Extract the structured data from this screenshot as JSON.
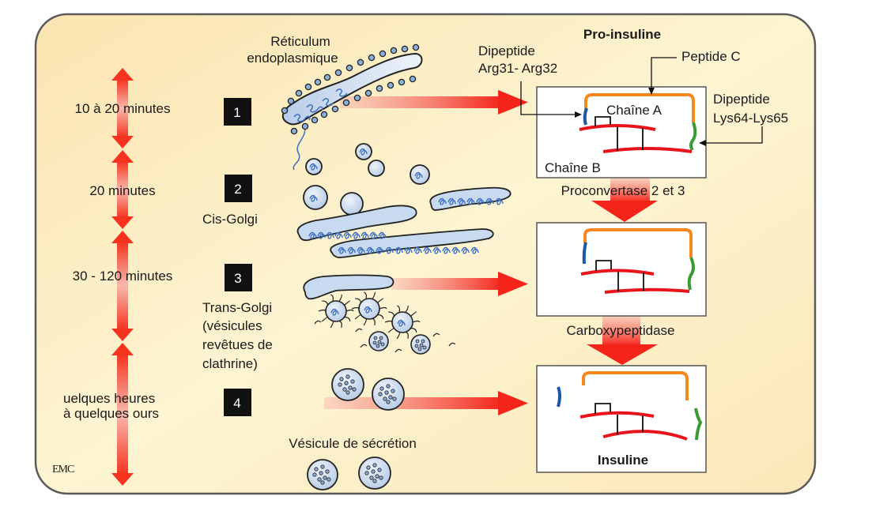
{
  "colors": {
    "panel_bg_top": "#fbe7b6",
    "panel_bg_mid": "#fdf3cf",
    "panel_border": "#5a5a5a",
    "arrow_red": "#f5331f",
    "arrow_light": "#f8b4a8",
    "chain_red": "#e8141b",
    "peptide_c_orange": "#f5891f",
    "dipeptide_blue": "#1d57a6",
    "dipeptide_green": "#3a9b35",
    "organelle_fill": "#c8daf0",
    "organelle_stroke": "#222222",
    "protein_blue": "#3c6fc0",
    "step_box": "#111111"
  },
  "timeline": [
    {
      "label": "10 à 20 minutes"
    },
    {
      "label": "20 minutes"
    },
    {
      "label": "30 - 120 minutes"
    },
    {
      "label_lines": [
        "uelques heures",
        "à quelques  ours"
      ]
    }
  ],
  "steps": [
    {
      "number": "1",
      "organelle_lines": [
        "Réticulum",
        "endoplasmique"
      ]
    },
    {
      "number": "2",
      "organelle_lines": [
        "Cis-Golgi"
      ]
    },
    {
      "number": "3",
      "organelle_lines": [
        "Trans-Golgi",
        "(vésicules",
        "revêtues de",
        "clathrine)"
      ]
    },
    {
      "number": "4",
      "organelle_lines": []
    }
  ],
  "secretion_label": "Vésicule de sécrétion",
  "proinsulin_panel": {
    "title": "Pro-insuline",
    "dipeptide_arg": [
      "Dipeptide",
      "Arg31- Arg32"
    ],
    "peptide_c": "Peptide C",
    "dipeptide_lys": [
      "Dipeptide",
      "Lys64-Lys65"
    ],
    "chain_a": "Chaîne  A",
    "chain_b": "Chaîne  B"
  },
  "enzymes": {
    "first": "Proconvertase 2 et 3",
    "second": "Carboxypeptidase"
  },
  "insulin_panel": {
    "title": "Insuline"
  },
  "logo": "EMC"
}
